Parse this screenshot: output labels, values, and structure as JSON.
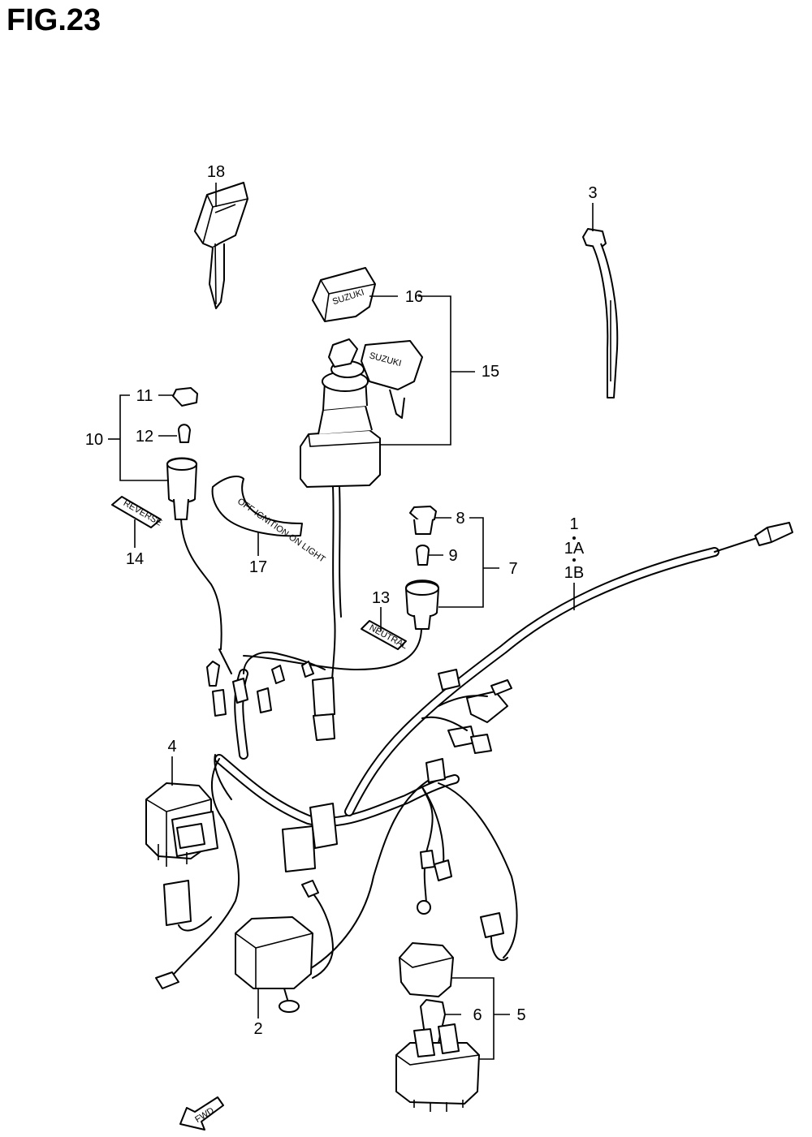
{
  "figure": {
    "title": "FIG.23",
    "callouts": {
      "c1": "1",
      "c1a": "1A",
      "c1b": "1B",
      "c2": "2",
      "c3": "3",
      "c4": "4",
      "c5": "5",
      "c6": "6",
      "c7": "7",
      "c8": "8",
      "c9": "9",
      "c10": "10",
      "c11": "11",
      "c12": "12",
      "c13": "13",
      "c14": "14",
      "c15": "15",
      "c16": "16",
      "c17": "17",
      "c18": "18"
    },
    "tags": {
      "key_cover": "SUZUKI",
      "switch_cover": "SUZUKI",
      "reverse": "REVERSE",
      "neutral": "NEUTRAL",
      "ignition_label": "OFF IGNITION ON LIGHT",
      "fwd": "FWD"
    }
  }
}
